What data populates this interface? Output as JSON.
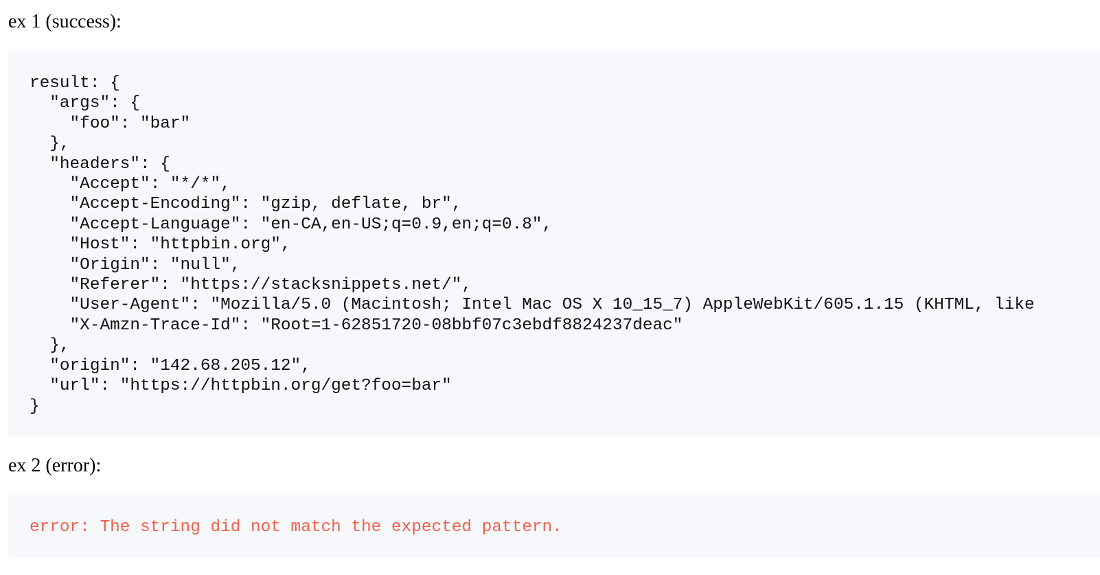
{
  "examples": [
    {
      "label": "ex 1 (success):",
      "status": "success",
      "output_lines": [
        "result: {",
        "  \"args\": {",
        "    \"foo\": \"bar\"",
        "  },",
        "  \"headers\": {",
        "    \"Accept\": \"*/*\",",
        "    \"Accept-Encoding\": \"gzip, deflate, br\",",
        "    \"Accept-Language\": \"en-CA,en-US;q=0.9,en;q=0.8\",",
        "    \"Host\": \"httpbin.org\",",
        "    \"Origin\": \"null\",",
        "    \"Referer\": \"https://stacksnippets.net/\",",
        "    \"User-Agent\": \"Mozilla/5.0 (Macintosh; Intel Mac OS X 10_15_7) AppleWebKit/605.1.15 (KHTML, like",
        "    \"X-Amzn-Trace-Id\": \"Root=1-62851720-08bbf07c3ebdf8824237deac\"",
        "  },",
        "  \"origin\": \"142.68.205.12\",",
        "  \"url\": \"https://httpbin.org/get?foo=bar\"",
        "}"
      ]
    },
    {
      "label": "ex 2 (error):",
      "status": "error",
      "output_lines": [
        "error: The string did not match the expected pattern."
      ]
    }
  ],
  "colors": {
    "code_background": "#f6f8fc",
    "code_text": "#111111",
    "error_text": "#f0614a"
  }
}
